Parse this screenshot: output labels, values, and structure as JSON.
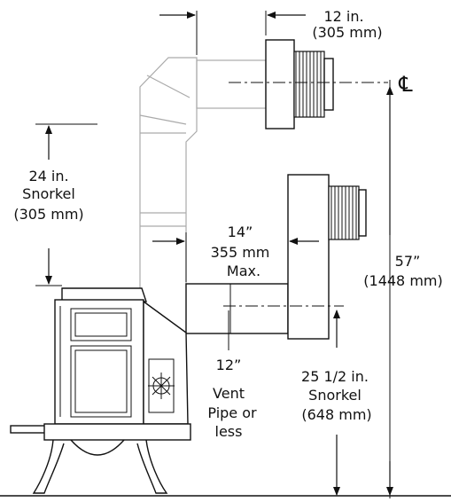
{
  "labels": {
    "offset_top": [
      "12 in.",
      "(305 mm)"
    ],
    "centerline": "℄",
    "snorkel_24": [
      "24 in.",
      "Snorkel",
      "(305 mm)"
    ],
    "max_14": [
      "14”",
      "355 mm",
      "Max."
    ],
    "height_57": [
      "57”",
      "(1448 mm)"
    ],
    "vent_12": [
      "12”",
      "Vent",
      "Pipe or",
      "less"
    ],
    "snorkel_25": [
      "25 1/2 in.",
      "Snorkel",
      "(648 mm)"
    ]
  },
  "colors": {
    "line": "#111111",
    "ghost": "#aaaaaa",
    "background": "#ffffff"
  }
}
